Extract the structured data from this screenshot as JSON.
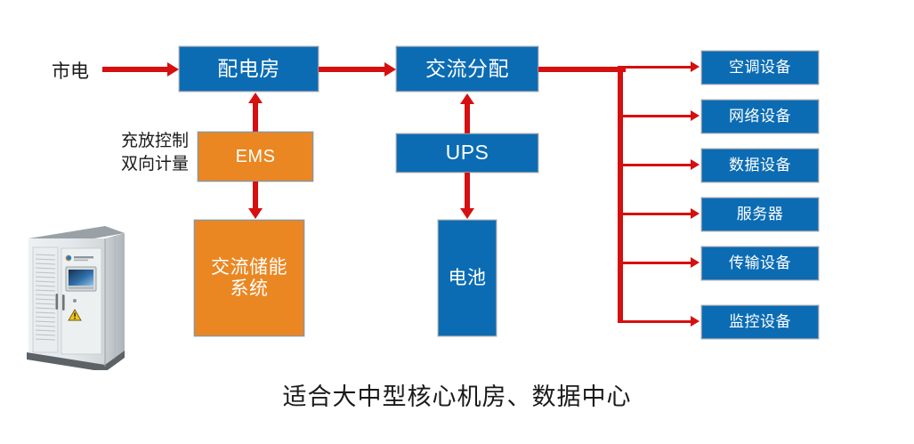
{
  "diagram": {
    "title_caption": "适合大中型核心机房、数据中心",
    "source_label": "市电",
    "ems_side_note": "充放控制\n双向计量",
    "nodes": {
      "power_distribution_room": "配电房",
      "ac_distribution": "交流分配",
      "ems": "EMS",
      "ups": "UPS",
      "ac_storage_system": "交流储能\n系统",
      "battery": "电池"
    },
    "loads": [
      {
        "label": "空调设备"
      },
      {
        "label": "网络设备"
      },
      {
        "label": "数据设备"
      },
      {
        "label": "服务器"
      },
      {
        "label": "传输设备"
      },
      {
        "label": "监控设备"
      }
    ],
    "colors": {
      "box_blue": "#0b6cb4",
      "box_orange": "#ea8722",
      "connector_red": "#d60f0f",
      "box_border": "#8496a8",
      "text_on_box": "#ffffff",
      "background": "#ffffff"
    },
    "cabinet_photo": {
      "alt_name": "ac-energy-storage-cabinet",
      "warning_symbol": "⚠"
    }
  }
}
